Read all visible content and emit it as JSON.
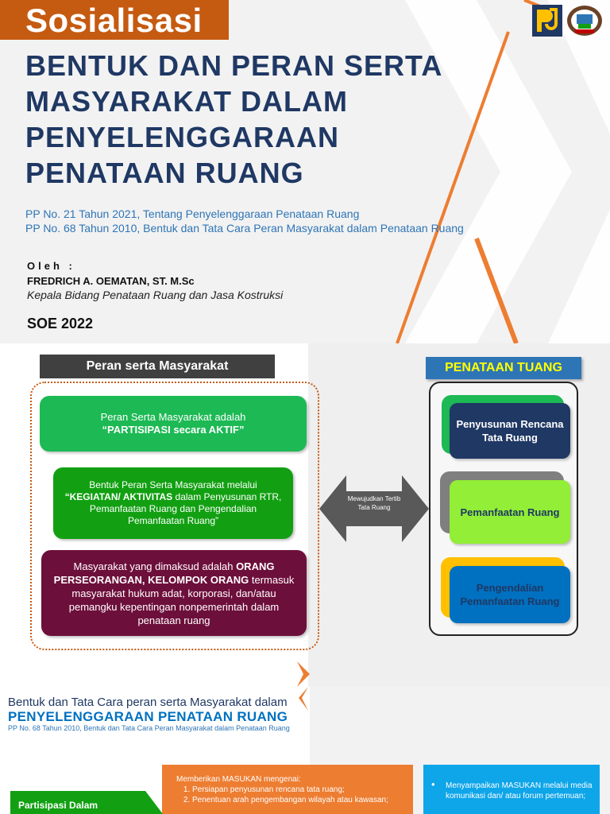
{
  "slide1": {
    "banner": "Sosialisasi",
    "title_lines": [
      "BENTUK DAN PERAN SERTA",
      "MASYARAKAT DALAM",
      "PENYELENGGARAAN",
      "PENATAAN RUANG"
    ],
    "regulations": [
      "PP No. 21 Tahun 2021, Tentang Penyelenggaraan Penataan Ruang",
      "PP No. 68 Tahun 2010, Bentuk dan Tata Cara Peran Masyarakat dalam Penataan Ruang"
    ],
    "oleh": "Oleh :",
    "author": "FREDRICH A. OEMATAN, ST. M.Sc",
    "position": "Kepala Bidang Penataan Ruang dan Jasa Kostruksi",
    "event": "SOE 2022",
    "logos": [
      "pu-logo-icon",
      "regency-emblem-icon"
    ],
    "colors": {
      "banner": "#c55a11",
      "title": "#1f3864",
      "accent": "#ed7d31",
      "link": "#2e75b6"
    }
  },
  "slide2": {
    "left_heading": "Peran serta Masyarakat",
    "box1": {
      "line1": "Peran Serta Masyarakat adalah",
      "bold": "“PARTISIPASI secara AKTIF”"
    },
    "box2": {
      "line1": "Bentuk Peran Serta Masyarakat melalui",
      "bold": "“KEGIATAN/ AKTIVITAS",
      "rest": " dalam Penyusunan RTR, Pemanfaatan Ruang dan Pengendalian Pemanfaatan Ruang”"
    },
    "box3": {
      "pre": "Masyarakat yang dimaksud adalah ",
      "bold": "ORANG PERSEORANGAN, KELOMPOK ORANG",
      "rest": " termasuk masyarakat hukum adat, korporasi, dan/atau pemangku kepentingan nonpemerintah dalam penataan ruang"
    },
    "arrow_text": "Mewujudkan Tertib Tata Ruang",
    "right_heading": "PENATAAN TUANG",
    "cards": [
      "Penyusunan Rencana Tata Ruang",
      "Pemanfaatan Ruang",
      "Pengendalian Pemanfaatan Ruang"
    ]
  },
  "slide3": {
    "line1": "Bentuk dan Tata Cara peran serta Masyarakat dalam",
    "line2": "PENYELENGGARAAN PENATAAN RUANG",
    "ref": "PP No. 68 Tahun 2010, Bentuk dan Tata Cara Peran Masyarakat dalam Penataan Ruang",
    "orange_heading": "Memberikan MASUKAN mengenai:",
    "orange_items": [
      "Persiapan penyusunan rencana tata ruang;",
      "Penentuan arah pengembangan wilayah atau kawasan;"
    ],
    "blue_items": [
      "Menyampaikan MASUKAN melalui media komunikasi dan/ atau forum pertemuan;"
    ],
    "partisipasi_label": "Partisipasi Dalam"
  }
}
